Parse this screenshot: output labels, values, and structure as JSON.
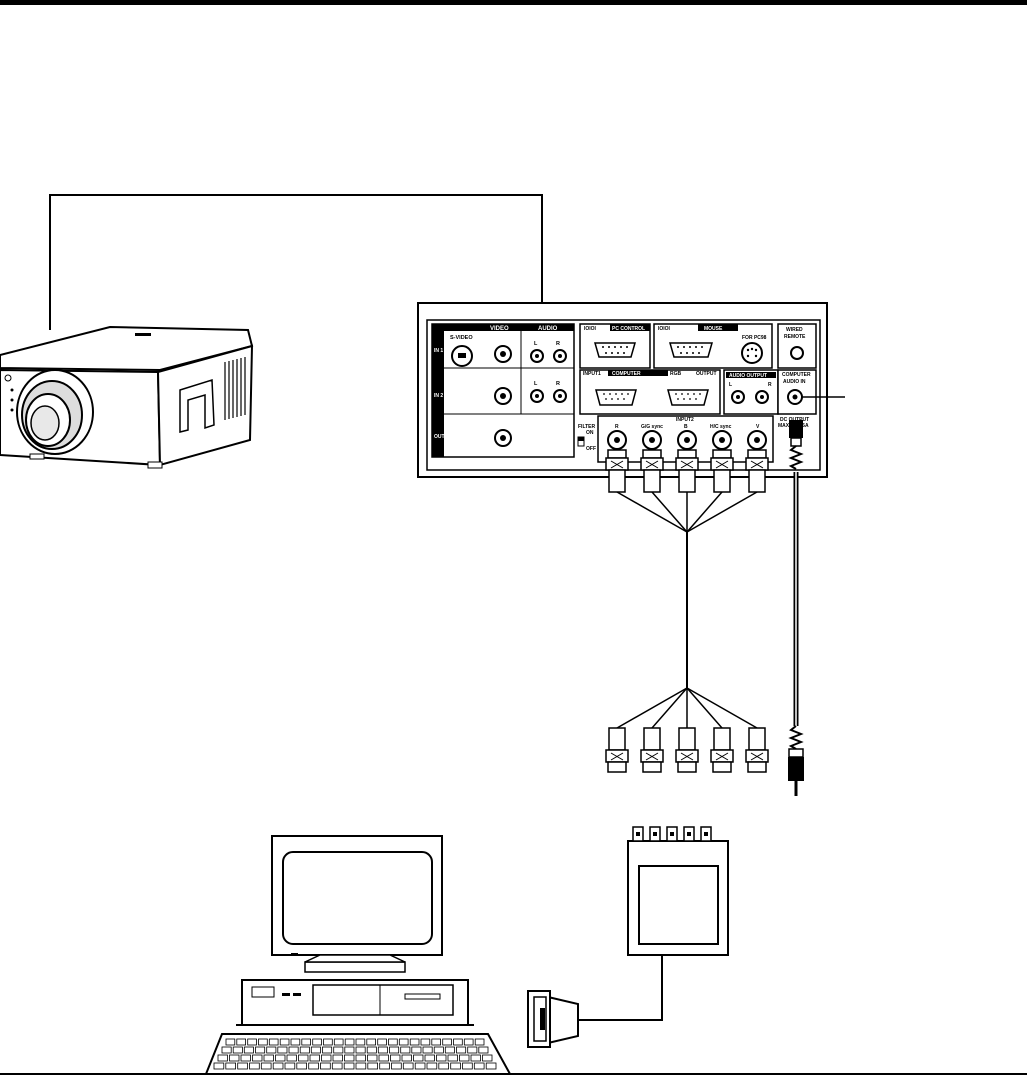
{
  "panel": {
    "video_header": "VIDEO",
    "audio_header": "AUDIO",
    "svideo": "S-VIDEO",
    "in1": "IN 1",
    "in2": "IN 2",
    "out": "OUT",
    "audio_l": "L",
    "audio_r": "R",
    "audio_l2": "L",
    "audio_r2": "R",
    "pc_control_icon": "IOIOI",
    "pc_control": "PC CONTROL",
    "mouse_icon": "IOIOI",
    "mouse": "MOUSE",
    "for_pc98": "FOR PC98",
    "wired_remote_1": "WIRED",
    "wired_remote_2": "REMOTE",
    "input1": "INPUT1",
    "computer": "COMPUTER",
    "rgb": "RGB",
    "output": "OUTPUT",
    "audio_output": "AUDIO OUTPUT",
    "audio_out_l": "L",
    "audio_out_r": "R",
    "computer_audio_1": "COMPUTER",
    "computer_audio_2": "AUDIO IN",
    "input2": "INPUT2",
    "filter": "FILTER",
    "filter_on": "ON",
    "filter_off": "OFF",
    "bnc_r": "R",
    "bnc_g": "G/G sync",
    "bnc_b": "B",
    "bnc_hv": "H/C sync",
    "bnc_v": "V",
    "dc_output_1": "DC OUTPUT",
    "dc_output_2": "MAX 5V 0.5A"
  }
}
